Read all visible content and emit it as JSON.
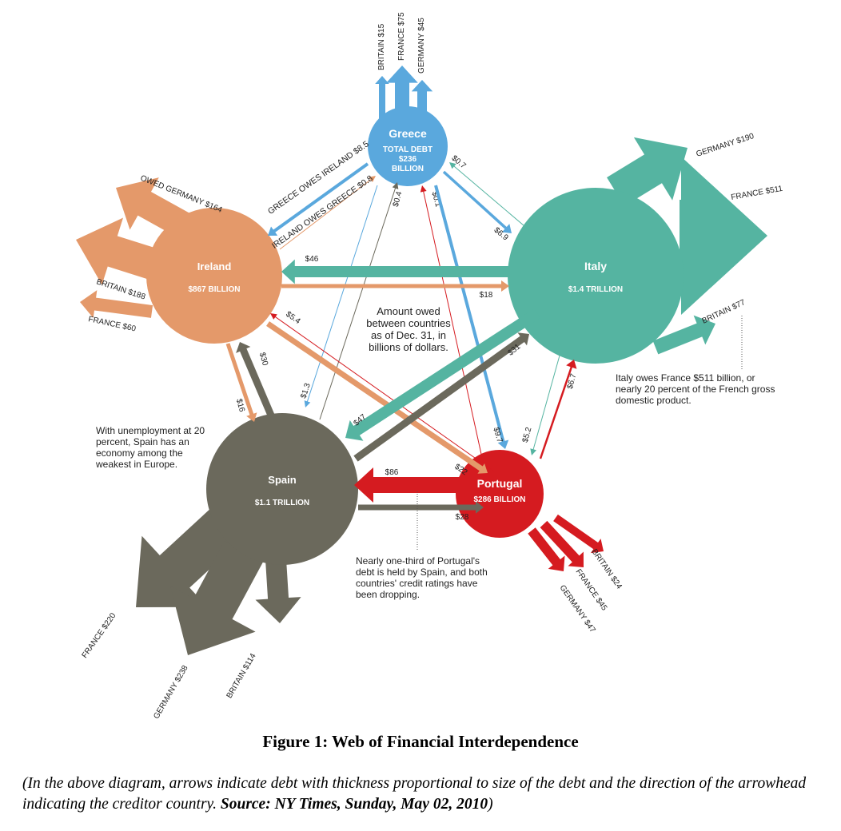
{
  "colors": {
    "Greece": "#5aa8dd",
    "Ireland": "#e4996a",
    "Italy": "#55b4a1",
    "Spain": "#6b695c",
    "Portugal": "#d51b20"
  },
  "countries": {
    "Greece": {
      "name": "Greece",
      "line1": "TOTAL DEBT",
      "line2": "$236",
      "line3": "BILLION"
    },
    "Ireland": {
      "name": "Ireland",
      "debt": "$867 BILLION"
    },
    "Italy": {
      "name": "Italy",
      "debt": "$1.4 TRILLION"
    },
    "Spain": {
      "name": "Spain",
      "debt": "$1.1 TRILLION"
    },
    "Portugal": {
      "name": "Portugal",
      "debt": "$286 BILLION"
    }
  },
  "flows": [
    {
      "from": "Greece",
      "to": "Ireland",
      "value": 8.5,
      "label": "GREECE OWES IRELAND $8.5"
    },
    {
      "from": "Ireland",
      "to": "Greece",
      "value": 0.8,
      "label": "IRELAND OWES GREECE $0.8"
    },
    {
      "from": "Spain",
      "to": "Greece",
      "value": 0.4,
      "label": "$0.4"
    },
    {
      "from": "Greece",
      "to": "Spain",
      "value": 1.3,
      "label": "$1.3"
    },
    {
      "from": "Portugal",
      "to": "Greece",
      "value": 0.1,
      "label": "$0.1"
    },
    {
      "from": "Greece",
      "to": "Portugal",
      "value": 9.7,
      "label": "$9.7"
    },
    {
      "from": "Italy",
      "to": "Greece",
      "value": 0.7,
      "label": "$0.7"
    },
    {
      "from": "Greece",
      "to": "Italy",
      "value": 6.9,
      "label": "$6.9"
    },
    {
      "from": "Italy",
      "to": "Ireland",
      "value": 46,
      "label": "$46"
    },
    {
      "from": "Ireland",
      "to": "Italy",
      "value": 18,
      "label": "$18"
    },
    {
      "from": "Ireland",
      "to": "Spain",
      "value": 16,
      "label": "$16"
    },
    {
      "from": "Spain",
      "to": "Ireland",
      "value": 30,
      "label": "$30"
    },
    {
      "from": "Portugal",
      "to": "Ireland",
      "value": 5.4,
      "label": "$5.4"
    },
    {
      "from": "Ireland",
      "to": "Portugal",
      "value": 22,
      "label": "$22"
    },
    {
      "from": "Italy",
      "to": "Spain",
      "value": 47,
      "label": "$47"
    },
    {
      "from": "Spain",
      "to": "Italy",
      "value": 31,
      "label": "$31"
    },
    {
      "from": "Italy",
      "to": "Portugal",
      "value": 5.2,
      "label": "$5.2"
    },
    {
      "from": "Portugal",
      "to": "Italy",
      "value": 6.7,
      "label": "$6.7"
    },
    {
      "from": "Portugal",
      "to": "Spain",
      "value": 86,
      "label": "$86"
    },
    {
      "from": "Spain",
      "to": "Portugal",
      "value": 28,
      "label": "$28"
    }
  ],
  "external": [
    {
      "from": "Greece",
      "to": "Britain",
      "value": 15,
      "label": "BRITAIN $15"
    },
    {
      "from": "Greece",
      "to": "France",
      "value": 75,
      "label": "FRANCE $75"
    },
    {
      "from": "Greece",
      "to": "Germany",
      "value": 45,
      "label": "GERMANY $45"
    },
    {
      "from": "Ireland",
      "to": "Germany",
      "value": 164,
      "label": "OWED GERMANY $164"
    },
    {
      "from": "Ireland",
      "to": "Britain",
      "value": 188,
      "label": "BRITAIN $188"
    },
    {
      "from": "Ireland",
      "to": "France",
      "value": 60,
      "label": "FRANCE $60"
    },
    {
      "from": "Italy",
      "to": "Germany",
      "value": 190,
      "label": "GERMANY $190"
    },
    {
      "from": "Italy",
      "to": "France",
      "value": 511,
      "label": "FRANCE $511"
    },
    {
      "from": "Italy",
      "to": "Britain",
      "value": 77,
      "label": "BRITAIN $77"
    },
    {
      "from": "Spain",
      "to": "France",
      "value": 220,
      "label": "FRANCE $220"
    },
    {
      "from": "Spain",
      "to": "Germany",
      "value": 238,
      "label": "GERMANY $238"
    },
    {
      "from": "Spain",
      "to": "Britain",
      "value": 114,
      "label": "BRITAIN $114"
    },
    {
      "from": "Portugal",
      "to": "Britain",
      "value": 24,
      "label": "BRITAIN $24"
    },
    {
      "from": "Portugal",
      "to": "France",
      "value": 45,
      "label": "FRANCE $45"
    },
    {
      "from": "Portugal",
      "to": "Germany",
      "value": 47,
      "label": "GERMANY $47"
    }
  ],
  "annotations": {
    "center": "Amount owed between countries as of Dec. 31, in billions of dollars.",
    "italy": "Italy owes France $511 billion, or nearly 20 percent of the French gross domestic product.",
    "spain": "With unemployment at 20 percent, Spain has an economy among the weakest in Europe.",
    "portugal": "Nearly one-third of Portugal's debt is held by Spain, and both countries' credit ratings have been dropping."
  },
  "caption": "Figure 1: Web of Financial Interdependence",
  "note": {
    "text": "(In the above diagram, arrows indicate debt with thickness proportional to size of the debt and the direction of the arrowhead indicating the creditor country. ",
    "source": "Source: NY Times, Sunday, May 02, 2010",
    "close": ")"
  }
}
